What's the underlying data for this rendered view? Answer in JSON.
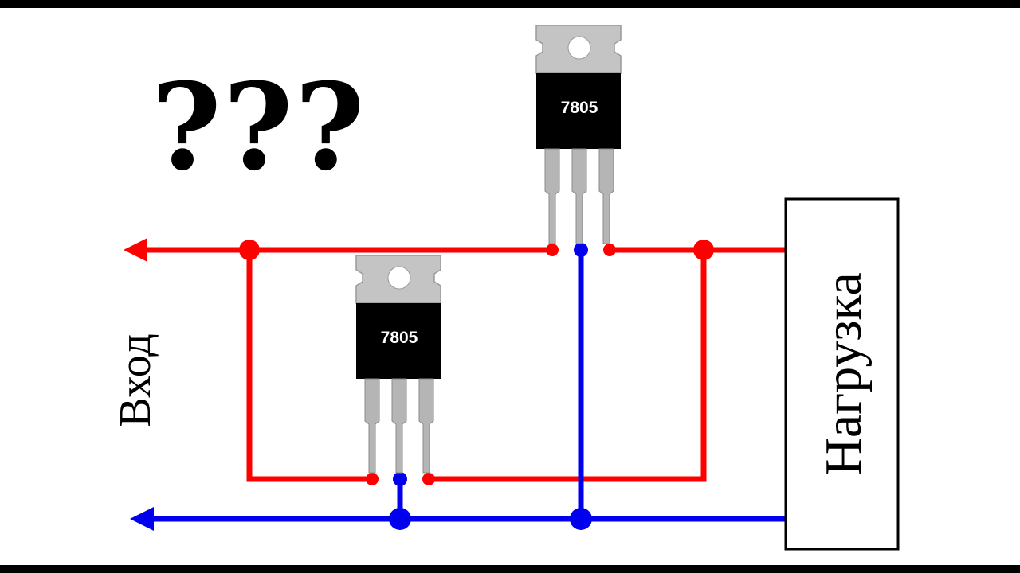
{
  "title": "???",
  "regulators": [
    {
      "label": "7805"
    },
    {
      "label": "7805"
    }
  ],
  "input_label": "Вход",
  "load_label": "Нагрузка",
  "colors": {
    "positive": "#ff0000",
    "ground": "#0000ee",
    "chip_body": "#000000",
    "tab": "#c0c0c0",
    "leads": "#a9a9a9"
  }
}
